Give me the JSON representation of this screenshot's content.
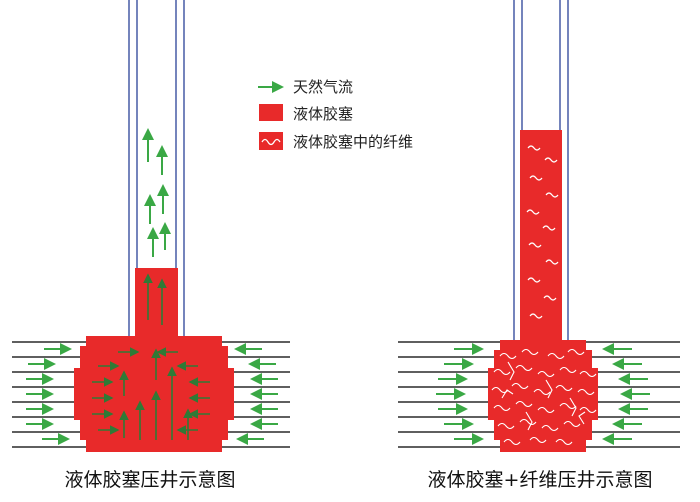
{
  "legend": {
    "gas_flow": "天然气流",
    "liquid_plug": "液体胶塞",
    "fiber": "液体胶塞中的纤维"
  },
  "captions": {
    "left": "液体胶塞压井示意图",
    "right": "液体胶塞+纤维压井示意图"
  },
  "colors": {
    "plug": "#e82a2a",
    "arrow": "#3aa845",
    "pipe": "#3a4fa0",
    "strata": "#2a2a2a",
    "fiber": "#ffffff"
  }
}
